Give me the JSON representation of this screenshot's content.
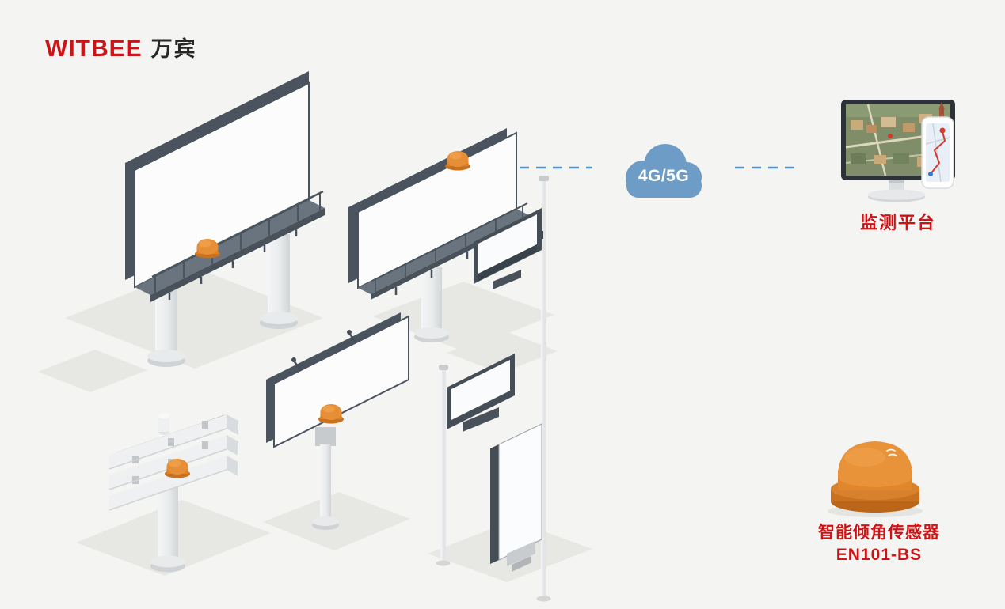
{
  "page": {
    "background_color": "#f4f4f2"
  },
  "logo": {
    "brand": "WITBEE",
    "brand_cn": "万宾",
    "brand_color": "#cc1417",
    "cn_color": "#262626"
  },
  "network": {
    "cloud_label": "4G/5G",
    "cloud_color": "#6d9dc7",
    "link_color": "#4f93d6"
  },
  "platform": {
    "label": "监测平台",
    "label_color": "#cc1417"
  },
  "sensor": {
    "name": "智能倾角传感器",
    "model": "EN101-BS",
    "label_color": "#cc1417",
    "body_color": "#e0862c",
    "instances_in_scene": 4
  },
  "icons": {
    "cloud": "cloud-icon",
    "monitor": "monitor-icon",
    "phone": "phone-icon",
    "tilt_sensor": "tilt-sensor-icon"
  }
}
